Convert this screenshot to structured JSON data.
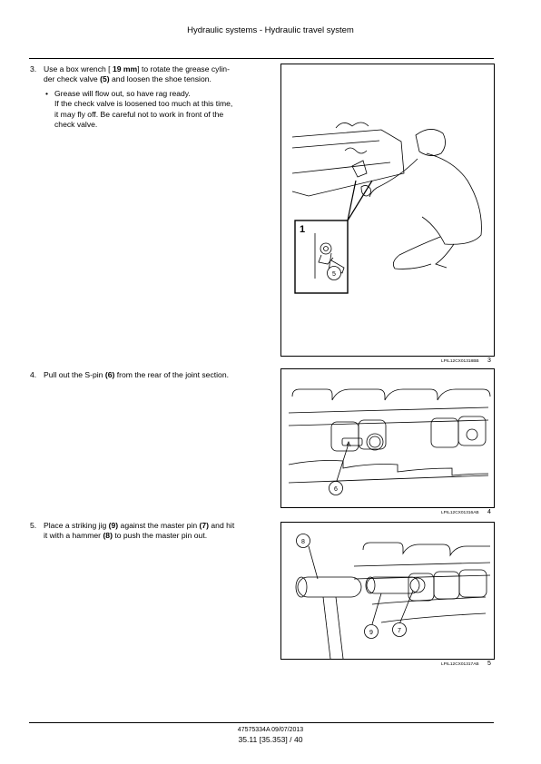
{
  "header": {
    "title": "Hydraulic systems - Hydraulic travel system"
  },
  "steps": [
    {
      "number": "3.",
      "line1_pre": "Use a box wrench [ ",
      "line1_bold": "19 mm",
      "line1_post": "] to rotate the grease cylin-",
      "line2_pre": "der check valve ",
      "line2_bold": "(5)",
      "line2_post": " and loosen the shoe tension.",
      "bullet": "•",
      "bullet_lines": [
        "Grease will flow out, so have rag ready.",
        "If the check valve is loosened too much at this time,",
        "it may fly off.  Be careful not to work in front of the",
        "check valve."
      ],
      "figure": {
        "code": "LPIL12CX01318BB",
        "number": "3",
        "inset_label": "1",
        "callout": "5"
      }
    },
    {
      "number": "4.",
      "text_pre": "Pull out the S-pin ",
      "text_bold": "(6)",
      "text_post": " from the rear of the joint section.",
      "figure": {
        "code": "LPIL12CX01316AB",
        "number": "4",
        "callout": "6"
      }
    },
    {
      "number": "5.",
      "line1_pre": "Place a striking jig ",
      "line1_bold1": "(9)",
      "line1_mid": " against the master pin ",
      "line1_bold2": "(7)",
      "line1_post": " and hit",
      "line2_pre": "it with a hammer ",
      "line2_bold": "(8)",
      "line2_post": " to push the master pin out.",
      "figure": {
        "code": "LPIL12CX01317AB",
        "number": "5",
        "callouts": [
          "8",
          "9",
          "7"
        ]
      }
    }
  ],
  "footer": {
    "doc_id": "47575334A 09/07/2013",
    "page": "35.11 [35.353] / 40"
  }
}
